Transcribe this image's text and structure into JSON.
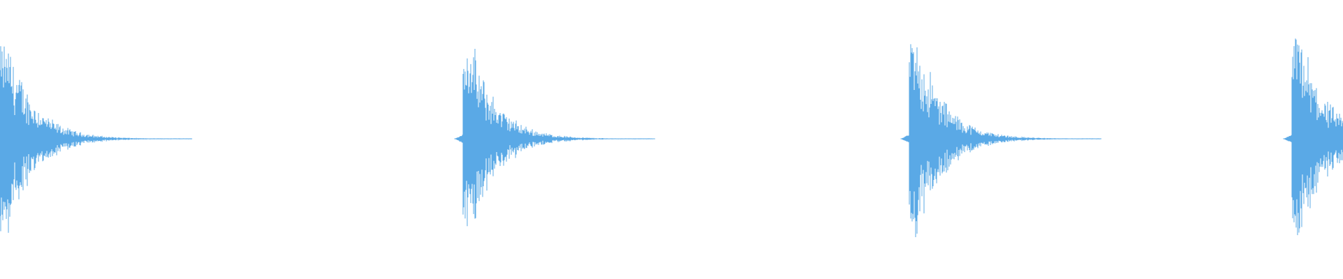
{
  "waveform": {
    "color": "#5aa9e6",
    "background": "#ffffff",
    "centerline": "dotted",
    "hits": [
      {
        "onset": 0.0,
        "peak": 0.92,
        "decay": "long"
      },
      {
        "onset": 0.345,
        "peak": 0.9,
        "decay": "long"
      },
      {
        "onset": 0.677,
        "peak": 0.97,
        "decay": "long"
      },
      {
        "onset": 0.962,
        "peak": 0.98,
        "decay": "cut-off"
      }
    ]
  }
}
